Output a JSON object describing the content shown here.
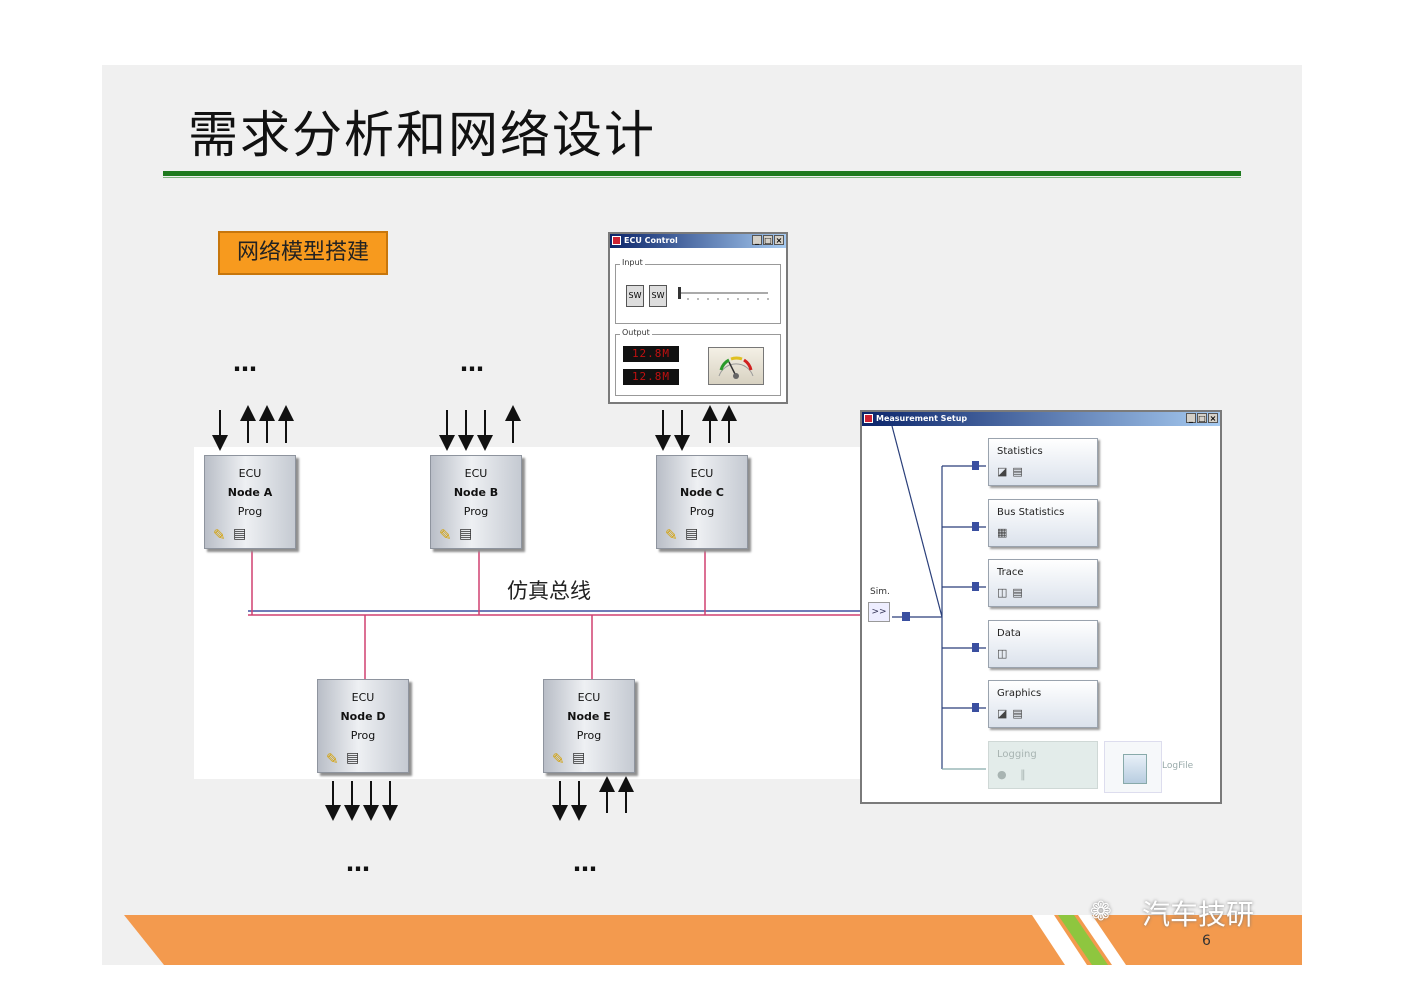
{
  "title": "需求分析和网络设计",
  "tag": "网络模型搭建",
  "bus_label": "仿真总线",
  "dots": "…",
  "ecus": [
    {
      "l1": "ECU",
      "l2": "Node A",
      "l3": "Prog"
    },
    {
      "l1": "ECU",
      "l2": "Node B",
      "l3": "Prog"
    },
    {
      "l1": "ECU",
      "l2": "Node C",
      "l3": "Prog"
    },
    {
      "l1": "ECU",
      "l2": "Node D",
      "l3": "Prog"
    },
    {
      "l1": "ECU",
      "l2": "Node E",
      "l3": "Prog"
    }
  ],
  "ecu_control": {
    "title": "ECU Control",
    "input_label": "Input",
    "output_label": "Output",
    "switch_label": "SW",
    "led1": "12.8M",
    "led2": "12.8M"
  },
  "measurement": {
    "title": "Measurement Setup",
    "sim_label": "Sim.",
    "sim_btn": ">>",
    "blocks": [
      "Statistics",
      "Bus Statistics",
      "Trace",
      "Data",
      "Graphics",
      "Logging"
    ],
    "logfile": "LogFile"
  },
  "watermark": "汽车技研",
  "page_number": "6",
  "colors": {
    "accent_green": "#1e7a1e",
    "tag_orange": "#f79a1e",
    "footer_orange": "#f39a4e",
    "bus_red": "#d04070",
    "bus_blue": "#4050a0"
  }
}
